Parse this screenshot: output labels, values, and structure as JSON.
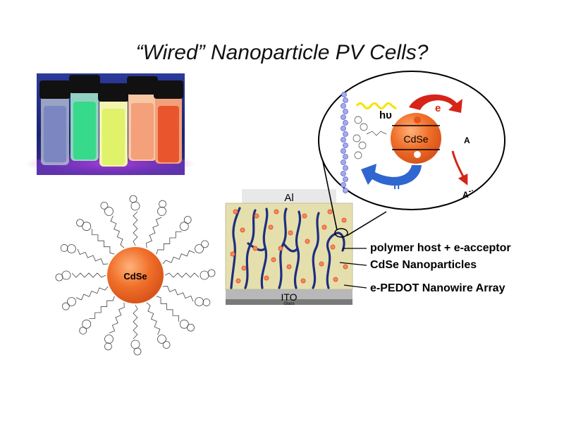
{
  "title": "“Wired” Nanoparticle PV Cells?",
  "nanoparticle": {
    "label": "CdSe"
  },
  "device": {
    "top_electrode": "Al",
    "bottom_electrode": "ITO",
    "substrate": "Glass"
  },
  "inset": {
    "core_label": "CdSe",
    "photon": "hυ",
    "electron": "e",
    "hole": "h",
    "acceptor": "A",
    "acceptor_reduced": "A",
    "acceptor_charge": "-·"
  },
  "legend": {
    "polymer": "polymer host + e-acceptor",
    "nanoparticles": "CdSe Nanoparticles",
    "nanowires": "e-PEDOT Nanowire Array"
  },
  "colors": {
    "particle_orange": "#f0702a",
    "film_bg": "#e5dfae",
    "wire_blue": "#1e2f7e",
    "electron_arrow": "#d62418",
    "hole_arrow": "#2f66d0"
  }
}
